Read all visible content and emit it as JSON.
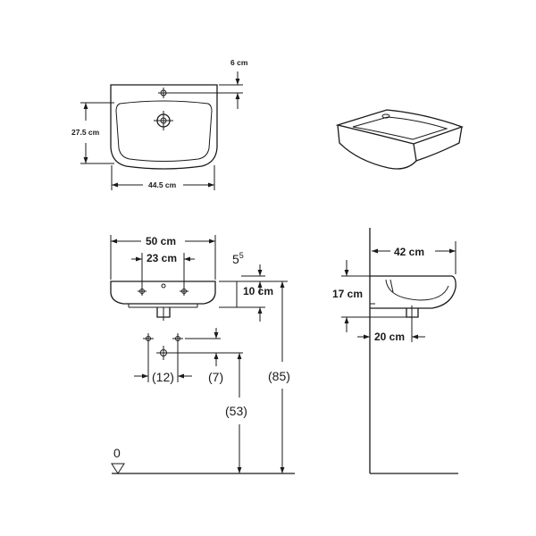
{
  "top_view": {
    "depth": "27.5 cm",
    "width": "44.5 cm",
    "offset": "6 cm"
  },
  "front_view": {
    "width": "50 cm",
    "hole_spacing": "23 cm",
    "rim_drop": "5",
    "rim_drop_sup": "5",
    "bowl_height": "10 cm",
    "pipe_spacing": "(12)",
    "pipe_offset": "(7)",
    "pipe_height": "(53)",
    "total_height": "(85)",
    "floor_level": "0"
  },
  "side_view": {
    "projection": "42 cm",
    "height": "17 cm",
    "drain_offset": "20 cm"
  }
}
